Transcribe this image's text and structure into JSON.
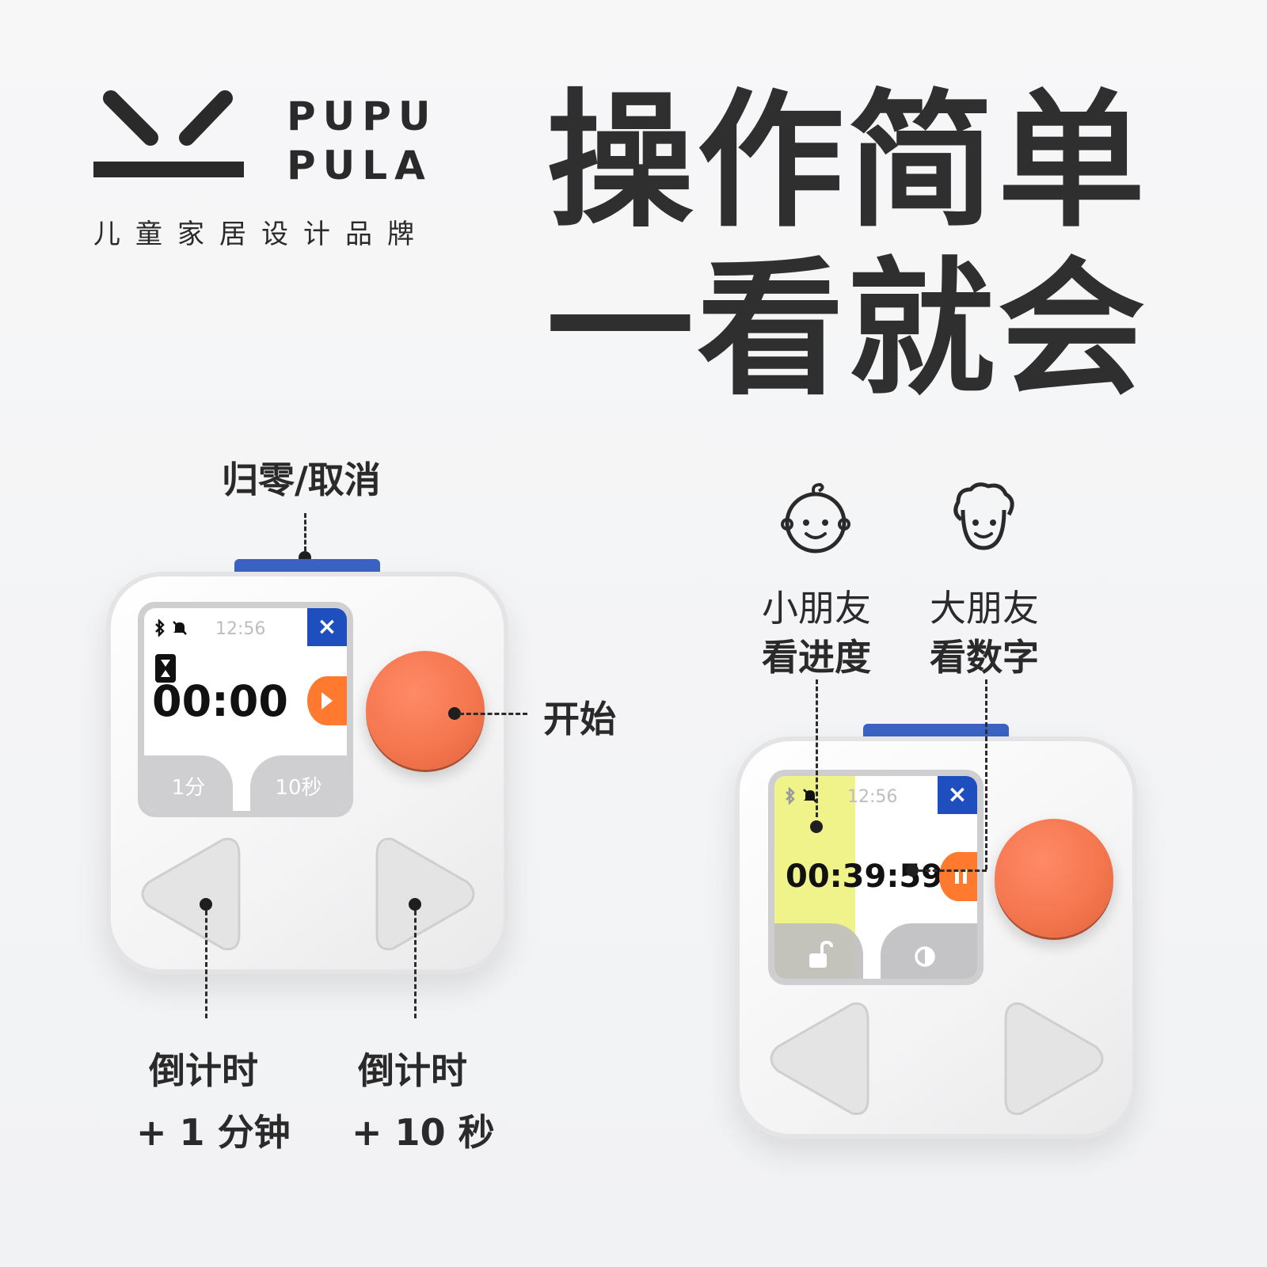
{
  "brand": {
    "name_line1": "PUPU",
    "name_line2": "PULA",
    "tagline": "儿童家居设计品牌"
  },
  "headline": {
    "line1": "操作简单",
    "line2": "一看就会"
  },
  "left_device": {
    "top_button_label": "归零/取消",
    "start_label": "开始",
    "left_arrow_label_line1": "倒计时",
    "left_arrow_label_line2": "+ 1 分钟",
    "right_arrow_label_line1": "倒计时",
    "right_arrow_label_line2": "+ 10 秒",
    "screen": {
      "clock": "12:56",
      "timer": "00:00",
      "close_symbol": "×",
      "tab_left": "1分",
      "tab_right": "10秒"
    }
  },
  "right_device": {
    "kid_label_line1": "小朋友",
    "kid_label_line2": "看进度",
    "adult_label_line1": "大朋友",
    "adult_label_line2": "看数字",
    "screen": {
      "clock": "12:56",
      "timer": "00:39:59",
      "close_symbol": "×",
      "progress_fraction": 0.4
    }
  },
  "colors": {
    "accent_blue": "#1f4fbf",
    "start_orange": "#f4774f",
    "play_orange": "#ff7a2e",
    "progress_yellow": "#f0f28a",
    "text_dark": "#2a2a2a"
  },
  "icons": [
    "bluetooth-icon",
    "bell-off-icon",
    "hourglass-icon",
    "close-icon",
    "play-icon",
    "pause-icon",
    "unlock-icon",
    "contrast-icon",
    "baby-face-icon",
    "adult-face-icon"
  ]
}
